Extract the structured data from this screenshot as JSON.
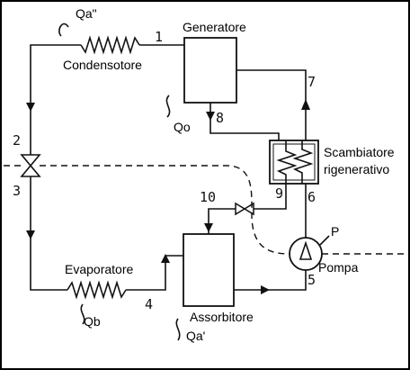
{
  "components": {
    "generator": "Generatore",
    "condenser": "Condensotore",
    "evaporator": "Evaporatore",
    "absorber": "Assorbitore",
    "heat_exchanger_line1": "Scambiatore",
    "heat_exchanger_line2": "rigenerativo",
    "pump": "Pompa",
    "pump_symbol": "P"
  },
  "heat_flows": {
    "condenser_heat": "Qa\"",
    "generator_heat": "Qo",
    "evaporator_heat": "Qb",
    "absorber_heat": "Qa'"
  },
  "state_points": [
    "1",
    "2",
    "3",
    "4",
    "5",
    "6",
    "7",
    "8",
    "9",
    "10"
  ],
  "colors": {
    "ink": "#111111",
    "background": "#ffffff",
    "frame": "#000000"
  }
}
